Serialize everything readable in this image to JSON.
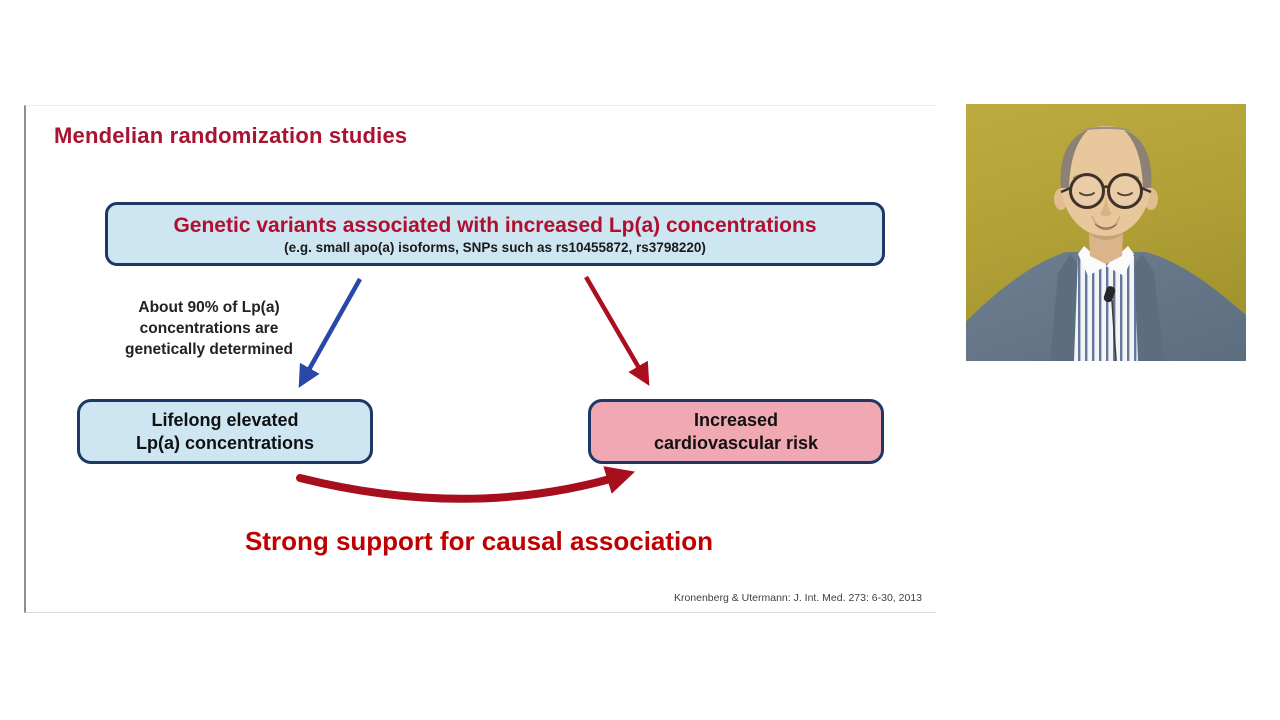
{
  "slide": {
    "title": "Mendelian randomization studies",
    "top_box": {
      "title": "Genetic variants associated with increased Lp(a) concentrations",
      "subtitle": "(e.g. small apo(a) isoforms, SNPs such as rs10455872, rs3798220)"
    },
    "annotation": [
      "About 90% of Lp(a)",
      "concentrations are",
      "genetically determined"
    ],
    "left_box": [
      "Lifelong elevated",
      "Lp(a) concentrations"
    ],
    "right_box": [
      "Increased",
      "cardiovascular risk"
    ],
    "conclusion": "Strong support for causal association",
    "citation": "Kronenberg & Utermann: J. Int. Med. 273: 6-30, 2013",
    "colors": {
      "title_red": "#a91231",
      "box_text_red": "#b00f2f",
      "light_blue_fill": "#cde6f2",
      "pink_fill": "#f0a9b3",
      "navy_border": "#1e3765",
      "blue_arrow": "#2847a8",
      "red_arrow": "#aa0f20",
      "causal_arrow_red": "#a80f1d",
      "conclusion_red": "#c00000"
    }
  },
  "video": {
    "label": "speaker webcam",
    "background_color": "#b0a036"
  }
}
